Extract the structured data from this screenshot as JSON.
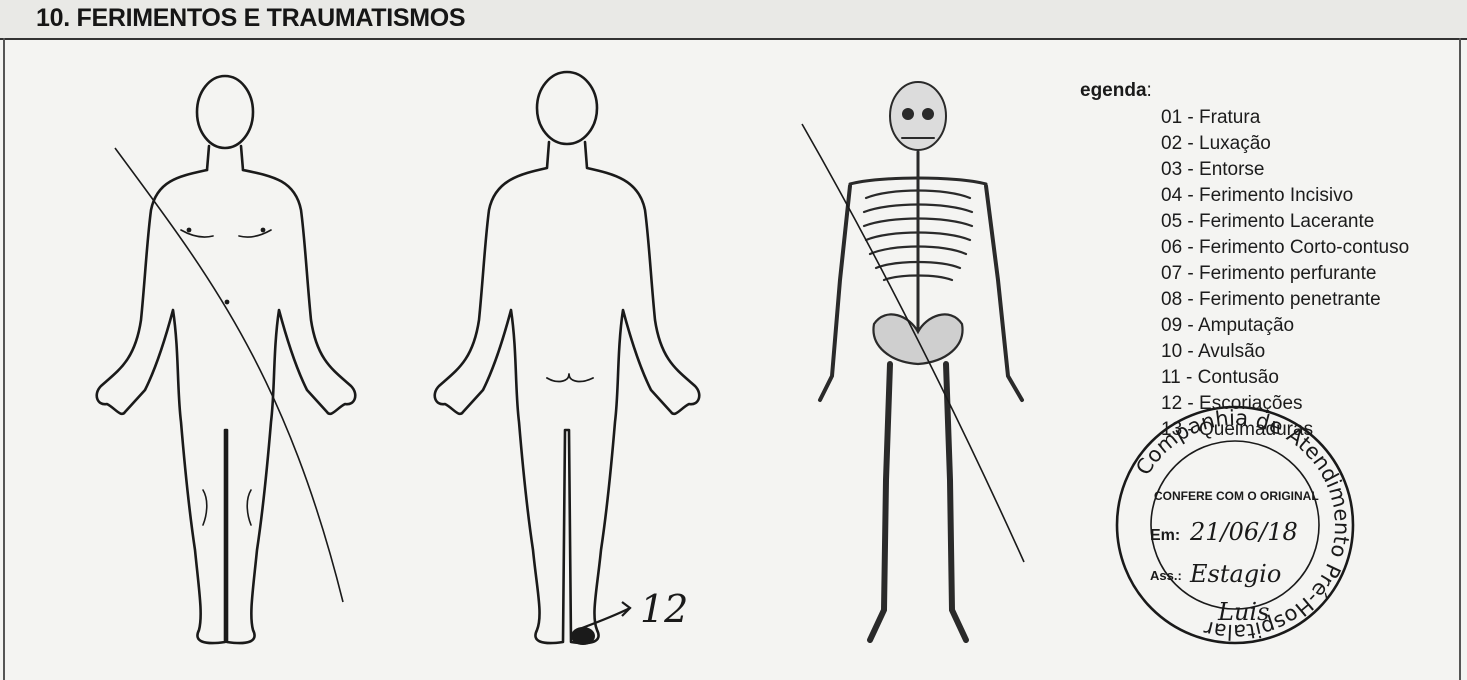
{
  "section": {
    "title": "10. FERIMENTOS E TRAUMATISMOS"
  },
  "legend": {
    "title": "egenda",
    "title_suffix": ":",
    "items": [
      "01 - Fratura",
      "02 - Luxação",
      "03 - Entorse",
      "04 - Ferimento Incisivo",
      "05 - Ferimento Lacerante",
      "06 - Ferimento Corto-contuso",
      "07 - Ferimento perfurante",
      "08 - Ferimento penetrante",
      "09 - Amputação",
      "10 - Avulsão",
      "11 - Contusão",
      "12 - Escoriações",
      "13 - Queimaduras"
    ]
  },
  "annotation": {
    "mark": "12"
  },
  "stamp": {
    "ring_text": "Companhia de Atendimento Pré-Hospitalar",
    "inner_heading": "CONFERE COM O ORIGINAL",
    "date_label": "Em:",
    "date_value": "21/06/18",
    "sign_label": "Ass.:",
    "signature_line1": "Estagio",
    "signature_line2": "Luis"
  },
  "colors": {
    "ink": "#1a1a1a",
    "paper": "#f4f4f2",
    "header_band": "#e9e9e6"
  }
}
